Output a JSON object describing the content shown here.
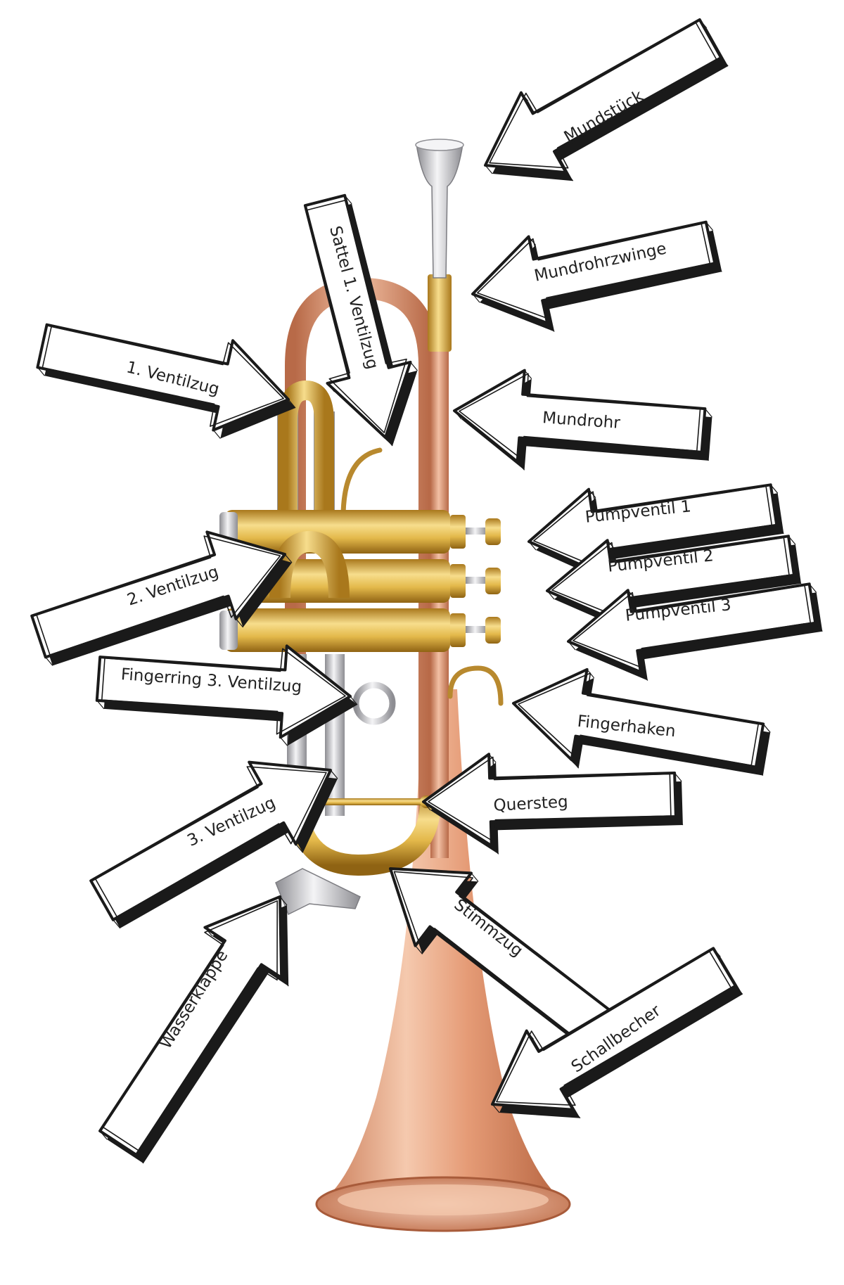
{
  "colors": {
    "brass": "#e3b84a",
    "brass_dark": "#a9781c",
    "rose_brass": "#e7a27e",
    "rose_dark": "#b86a48",
    "silver": "#d9d9dc",
    "silver_dark": "#8d8d92",
    "ink": "#1a1a1a"
  },
  "labels": [
    {
      "id": "mundstueck",
      "text": "Mundstück"
    },
    {
      "id": "mundrohrzwinge",
      "text": "Mundrohrzwinge"
    },
    {
      "id": "sattel",
      "text": "Sattel 1. Ventilzug"
    },
    {
      "id": "ventilzug1",
      "text": "1. Ventilzug"
    },
    {
      "id": "mundrohr",
      "text": "Mundrohr"
    },
    {
      "id": "pumpventil1",
      "text": "Pumpventil 1"
    },
    {
      "id": "pumpventil2",
      "text": "Pumpventil 2"
    },
    {
      "id": "pumpventil3",
      "text": "Pumpventil 3"
    },
    {
      "id": "ventilzug2",
      "text": "2. Ventilzug"
    },
    {
      "id": "fingerring",
      "text": "Fingerring 3. Ventilzug"
    },
    {
      "id": "fingerhaken",
      "text": "Fingerhaken"
    },
    {
      "id": "ventilzug3",
      "text": "3. Ventilzug"
    },
    {
      "id": "quersteg",
      "text": "Quersteg"
    },
    {
      "id": "stimmzug",
      "text": "Stimmzug"
    },
    {
      "id": "wasserklappe",
      "text": "Wasserklappe"
    },
    {
      "id": "schallbecher",
      "text": "Schallbecher"
    }
  ]
}
